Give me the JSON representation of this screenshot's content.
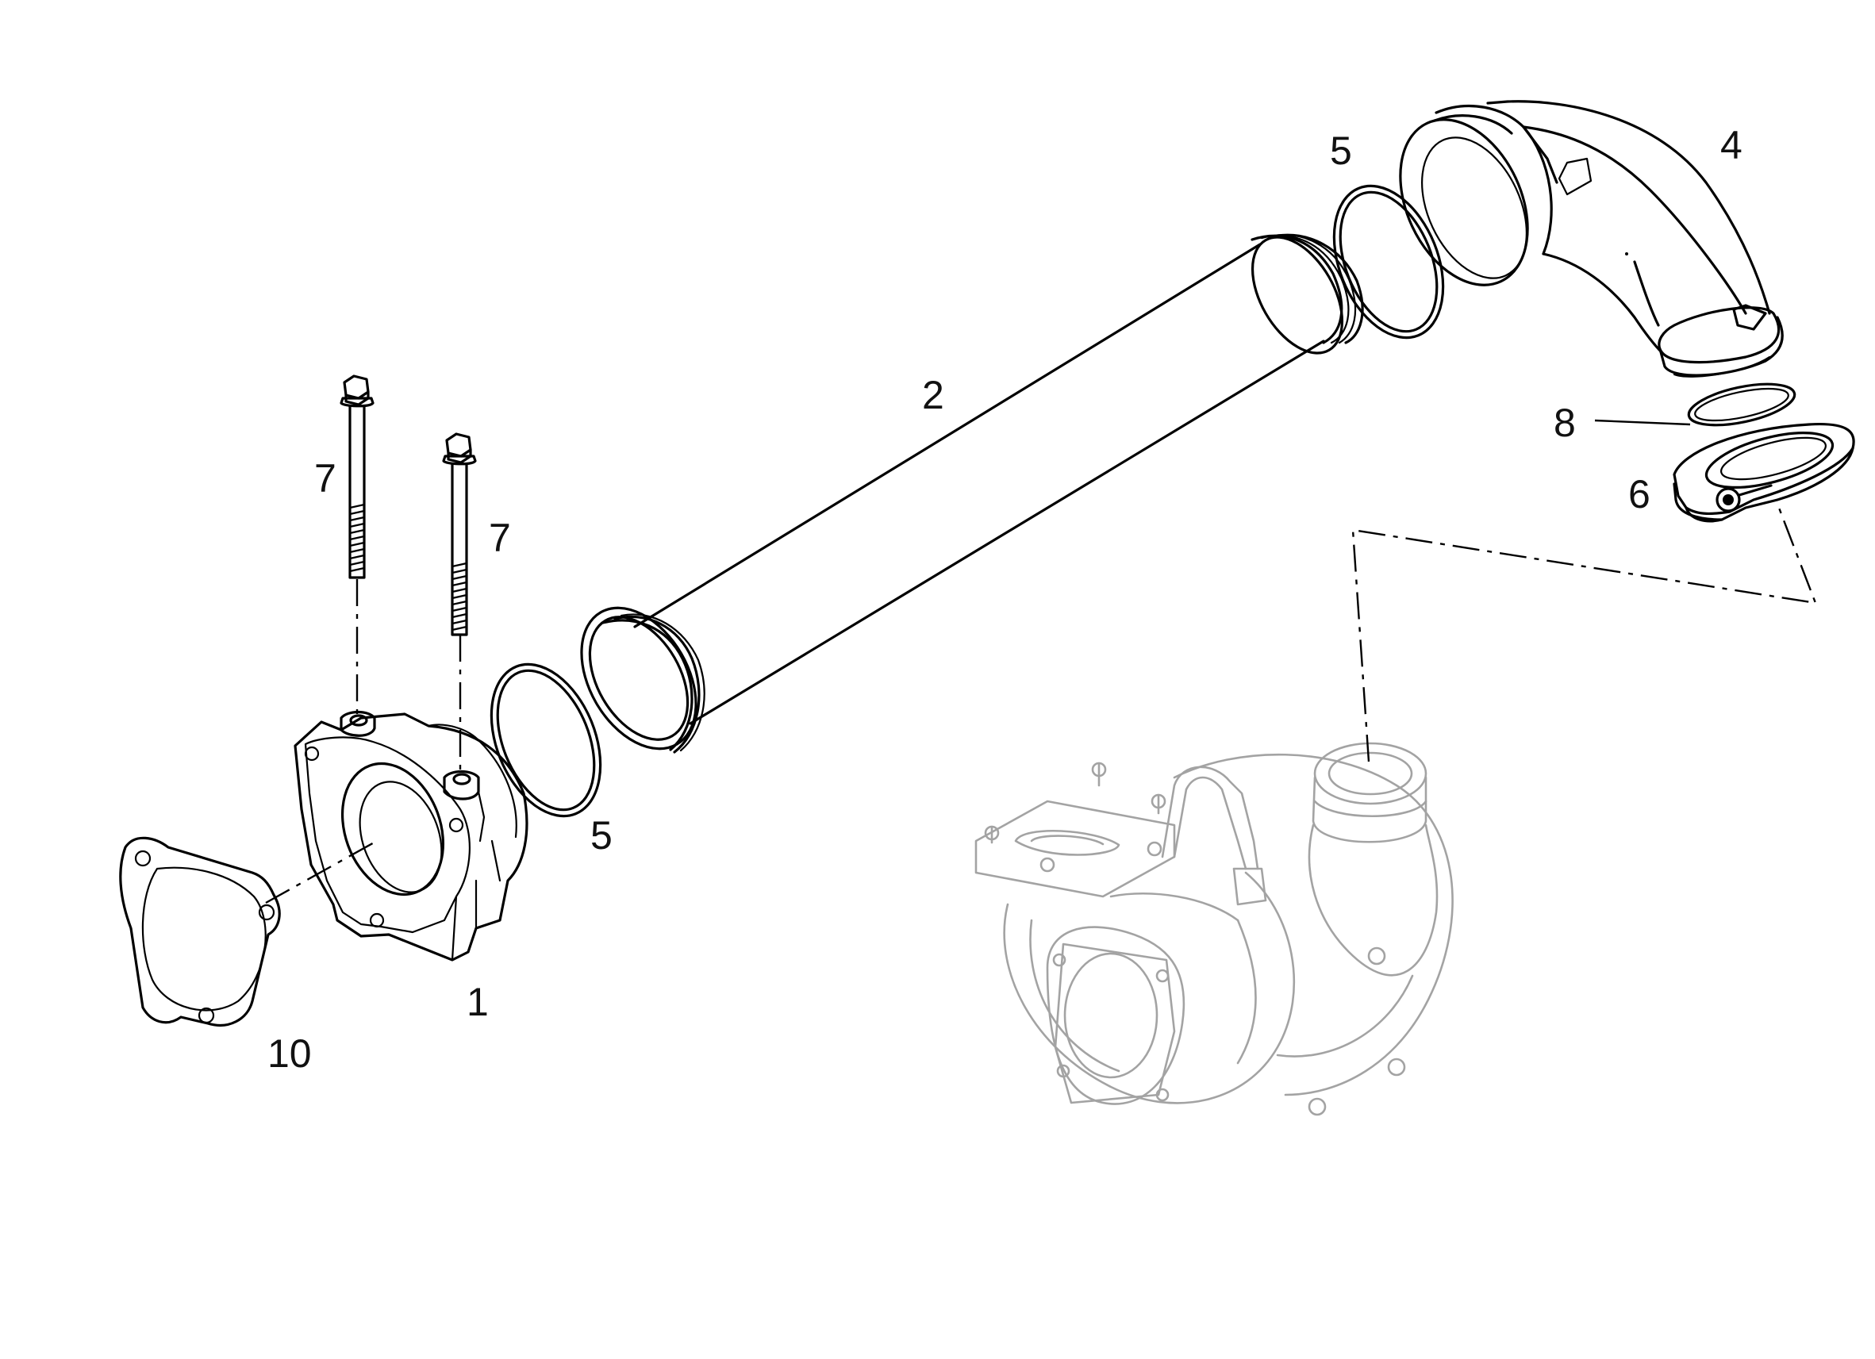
{
  "labels": {
    "part_1": "1",
    "part_2": "2",
    "part_4": "4",
    "part_5_lower": "5",
    "part_5_upper": "5",
    "part_6": "6",
    "part_7_left": "7",
    "part_7_right": "7",
    "part_8": "8",
    "part_10": "10"
  },
  "colors": {
    "line": "#000000",
    "background_part": "#a3a3a3",
    "label": "#111111"
  }
}
